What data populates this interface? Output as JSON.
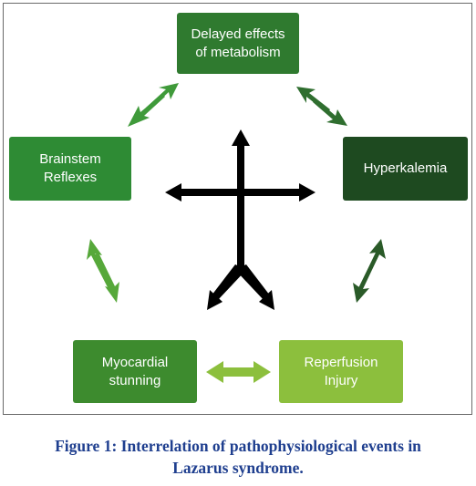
{
  "diagram": {
    "nodes": [
      {
        "id": "delayed",
        "label": "Delayed effects\nof metabolism",
        "color": "#2f7a2f"
      },
      {
        "id": "brainstem",
        "label": "Brainstem\nReflexes",
        "color": "#2e8b34"
      },
      {
        "id": "hyperkalemia",
        "label": "Hyperkalemia",
        "color": "#1e4a20"
      },
      {
        "id": "myocardial",
        "label": "Myocardial\nstunning",
        "color": "#3d8b2e"
      },
      {
        "id": "reperfusion",
        "label": "Reperfusion\nInjury",
        "color": "#8cbf3d"
      }
    ],
    "edges": [
      {
        "from": "brainstem",
        "to": "delayed",
        "type": "bidirectional",
        "color": "#3f9a3a"
      },
      {
        "from": "delayed",
        "to": "hyperkalemia",
        "type": "bidirectional",
        "color": "#2f6e2f"
      },
      {
        "from": "brainstem",
        "to": "myocardial",
        "type": "bidirectional",
        "color": "#56a83a"
      },
      {
        "from": "hyperkalemia",
        "to": "reperfusion",
        "type": "bidirectional",
        "color": "#2a5a28"
      },
      {
        "from": "myocardial",
        "to": "reperfusion",
        "type": "bidirectional",
        "color": "#8cbf3d"
      }
    ],
    "center_symbol": {
      "color": "#000000"
    }
  },
  "caption": "Figure 1: Interrelation of pathophysiological events in\nLazarus syndrome."
}
